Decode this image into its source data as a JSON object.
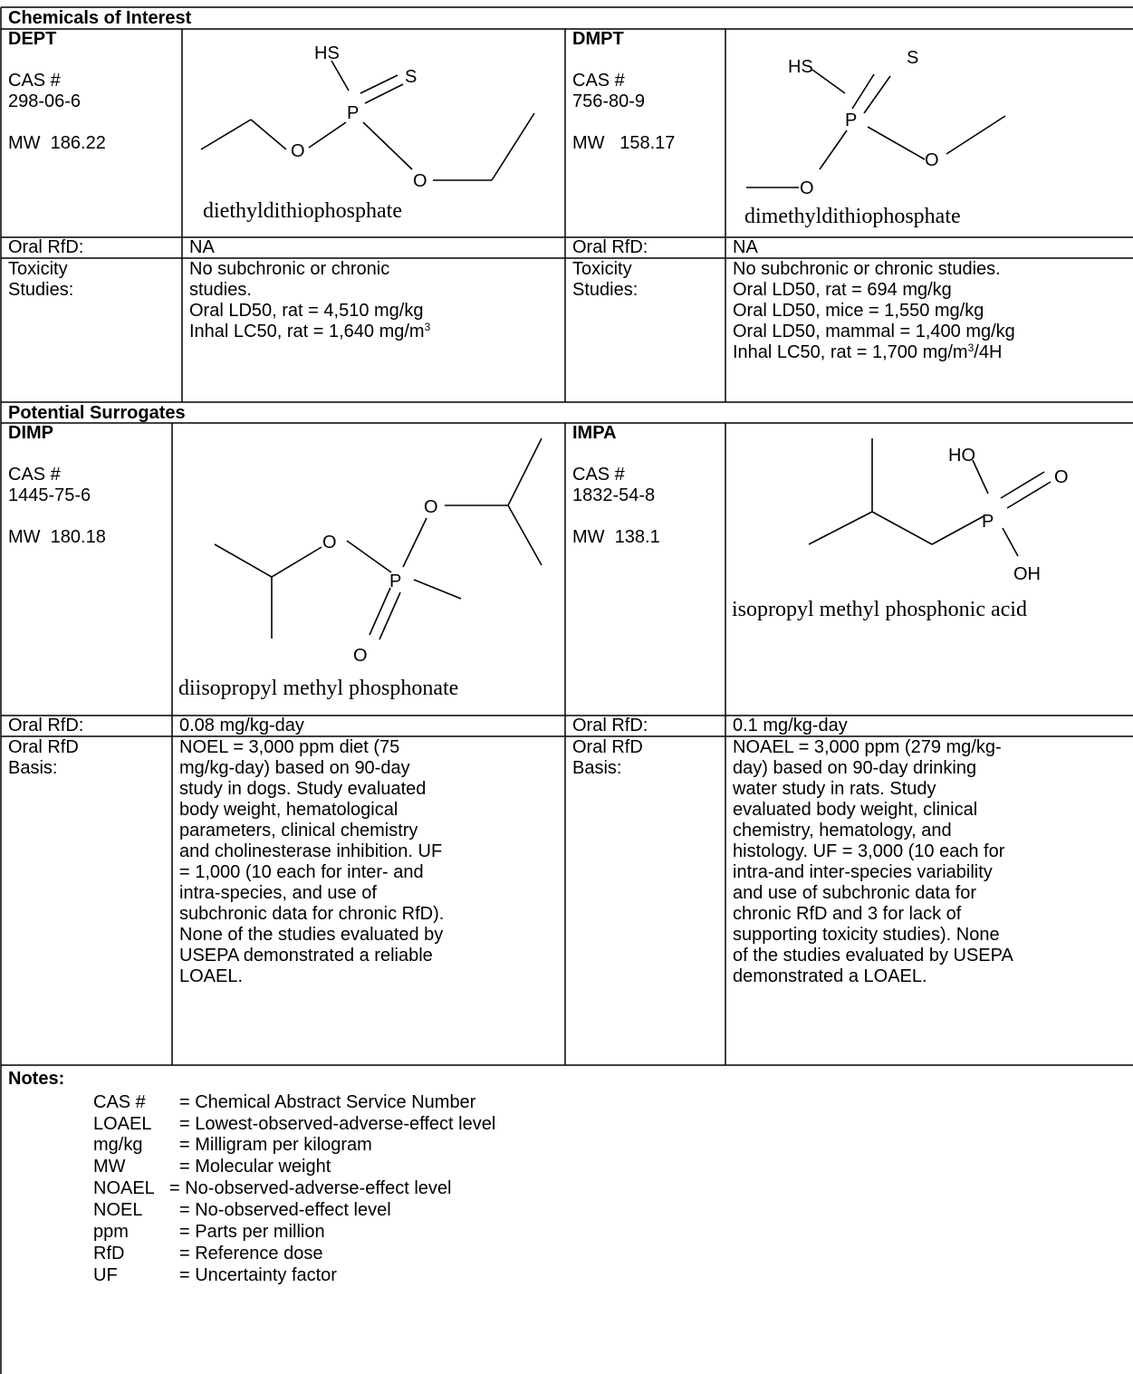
{
  "sections": {
    "chemicals_title": "Chemicals of Interest",
    "surrogates_title": "Potential Surrogates",
    "notes_title": "Notes:"
  },
  "dept": {
    "name": "DEPT",
    "cas_label": "CAS #",
    "cas": "298-06-6",
    "mw": "MW  186.22",
    "structure_name": "diethyldithiophosphate",
    "rfd_label": "Oral RfD:",
    "rfd": "NA",
    "tox_label_1": "Toxicity",
    "tox_label_2": "Studies:",
    "tox_lines": [
      "No subchronic or chronic",
      "studies.",
      "Oral LD50, rat = 4,510 mg/kg",
      "Inhal LC50, rat = 1,640 mg/m"
    ],
    "tox_sup": "3"
  },
  "dmpt": {
    "name": "DMPT",
    "cas_label": "CAS #",
    "cas": "756-80-9",
    "mw": "MW   158.17",
    "structure_name": "dimethyldithiophosphate",
    "rfd_label": "Oral RfD:",
    "rfd": "NA",
    "tox_label_1": "Toxicity",
    "tox_label_2": "Studies:",
    "tox_lines": [
      "No subchronic or chronic studies.",
      "Oral LD50, rat = 694 mg/kg",
      "Oral LD50, mice = 1,550 mg/kg",
      "Oral LD50, mammal = 1,400 mg/kg",
      "Inhal LC50, rat = 1,700 mg/m"
    ],
    "tox_sup": "3",
    "tox_tail": "/4H"
  },
  "dimp": {
    "name": "DIMP",
    "cas_label": "CAS #",
    "cas": "1445-75-6",
    "mw": "MW  180.18",
    "structure_name": "diisopropyl methyl phosphonate",
    "rfd_label": "Oral RfD:",
    "rfd": "0.08 mg/kg-day",
    "basis_label_1": "Oral RfD",
    "basis_label_2": "Basis:",
    "basis_lines": [
      "NOEL = 3,000 ppm diet (75",
      "mg/kg-day) based on 90-day",
      "study in dogs.  Study evaluated",
      "body weight, hematological",
      "parameters, clinical chemistry",
      "and cholinesterase inhibition.  UF",
      "= 1,000 (10 each for inter- and",
      "intra-species, and use of",
      "subchronic data for chronic RfD).",
      "None of the studies evaluated by",
      "USEPA demonstrated a reliable",
      "LOAEL."
    ]
  },
  "impa": {
    "name": "IMPA",
    "cas_label": "CAS #",
    "cas": "1832-54-8",
    "mw": "MW  138.1",
    "structure_name": "isopropyl methyl phosphonic acid",
    "rfd_label": "Oral RfD:",
    "rfd": "0.1 mg/kg-day",
    "basis_label_1": "Oral RfD",
    "basis_label_2": "Basis:",
    "basis_lines": [
      "NOAEL = 3,000 ppm (279 mg/kg-",
      "day) based on 90-day drinking",
      "water study in rats.  Study",
      "evaluated body weight, clinical",
      "chemistry, hematology, and",
      "histology.  UF = 3,000 (10 each for",
      "intra-and inter-species variability",
      "and use of subchronic data for",
      "chronic RfD and 3 for lack of",
      "supporting toxicity studies).  None",
      "of the studies evaluated by USEPA",
      "demonstrated a LOAEL."
    ]
  },
  "atoms": {
    "hs": "HS",
    "s": "S",
    "p": "P",
    "o": "O",
    "ho": "HO",
    "oh": "OH"
  },
  "notes": [
    {
      "abbr": "CAS #",
      "def": "= Chemical Abstract Service Number"
    },
    {
      "abbr": "LOAEL",
      "def": "= Lowest-observed-adverse-effect level"
    },
    {
      "abbr": "mg/kg",
      "def": "= Milligram per kilogram"
    },
    {
      "abbr": "MW",
      "def": "= Molecular weight"
    },
    {
      "abbr": "NOAEL",
      "def": "= No-observed-adverse-effect level"
    },
    {
      "abbr": "NOEL",
      "def": "= No-observed-effect level"
    },
    {
      "abbr": "ppm",
      "def": "= Parts per million"
    },
    {
      "abbr": "RfD",
      "def": "= Reference dose"
    },
    {
      "abbr": "UF",
      "def": "= Uncertainty factor"
    }
  ]
}
